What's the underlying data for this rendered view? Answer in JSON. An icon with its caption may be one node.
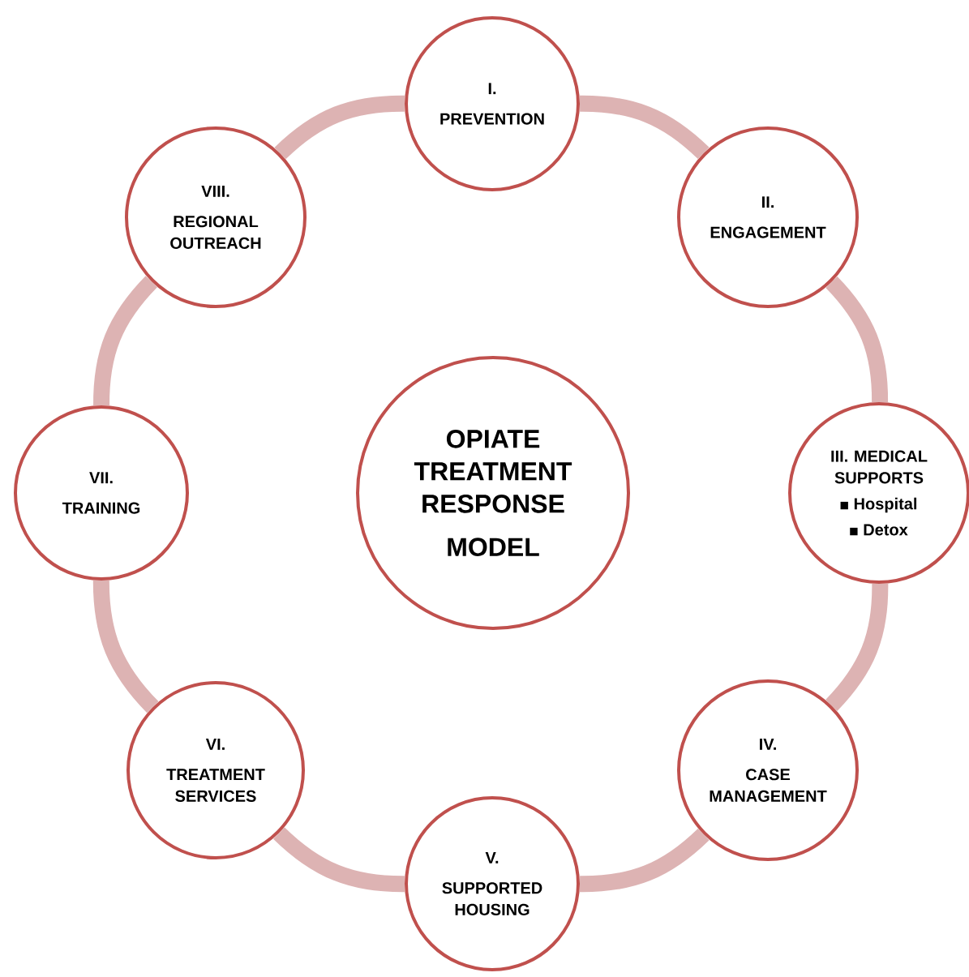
{
  "diagram": {
    "nodes": [
      {
        "text": [
          "OPIATE TREATMENT RESPONSE",
          "MODEL"
        ]
      },
      {
        "text": [
          "I.",
          "PREVENTION"
        ]
      },
      {
        "text": [
          "II.",
          "ENGAGEMENT"
        ]
      },
      {
        "text": [
          "III. MEDICAL SUPPORTS",
          "Hospital",
          "Detox"
        ]
      },
      {
        "text": [
          "IV.",
          "CASE MANAGEMENT"
        ]
      },
      {
        "text": [
          "V.",
          "SUPPORTED HOUSING"
        ]
      },
      {
        "text": [
          "VI.",
          "TREATMENT SERVICES"
        ]
      },
      {
        "text": [
          "VII.",
          "TRAINING"
        ]
      },
      {
        "text": [
          "VIII.",
          "REGIONAL OUTREACH"
        ]
      }
    ],
    "edges": [
      {
        "from": 1,
        "to": 2,
        "arrow": "none"
      },
      {
        "from": 2,
        "to": 3,
        "arrow": "none"
      },
      {
        "from": 3,
        "to": 4,
        "arrow": "none"
      },
      {
        "from": 4,
        "to": 5,
        "arrow": "none"
      },
      {
        "from": 5,
        "to": 6,
        "arrow": "none"
      },
      {
        "from": 6,
        "to": 7,
        "arrow": "none"
      },
      {
        "from": 7,
        "to": 8,
        "arrow": "none"
      },
      {
        "from": 8,
        "to": 1,
        "arrow": "none"
      }
    ]
  }
}
